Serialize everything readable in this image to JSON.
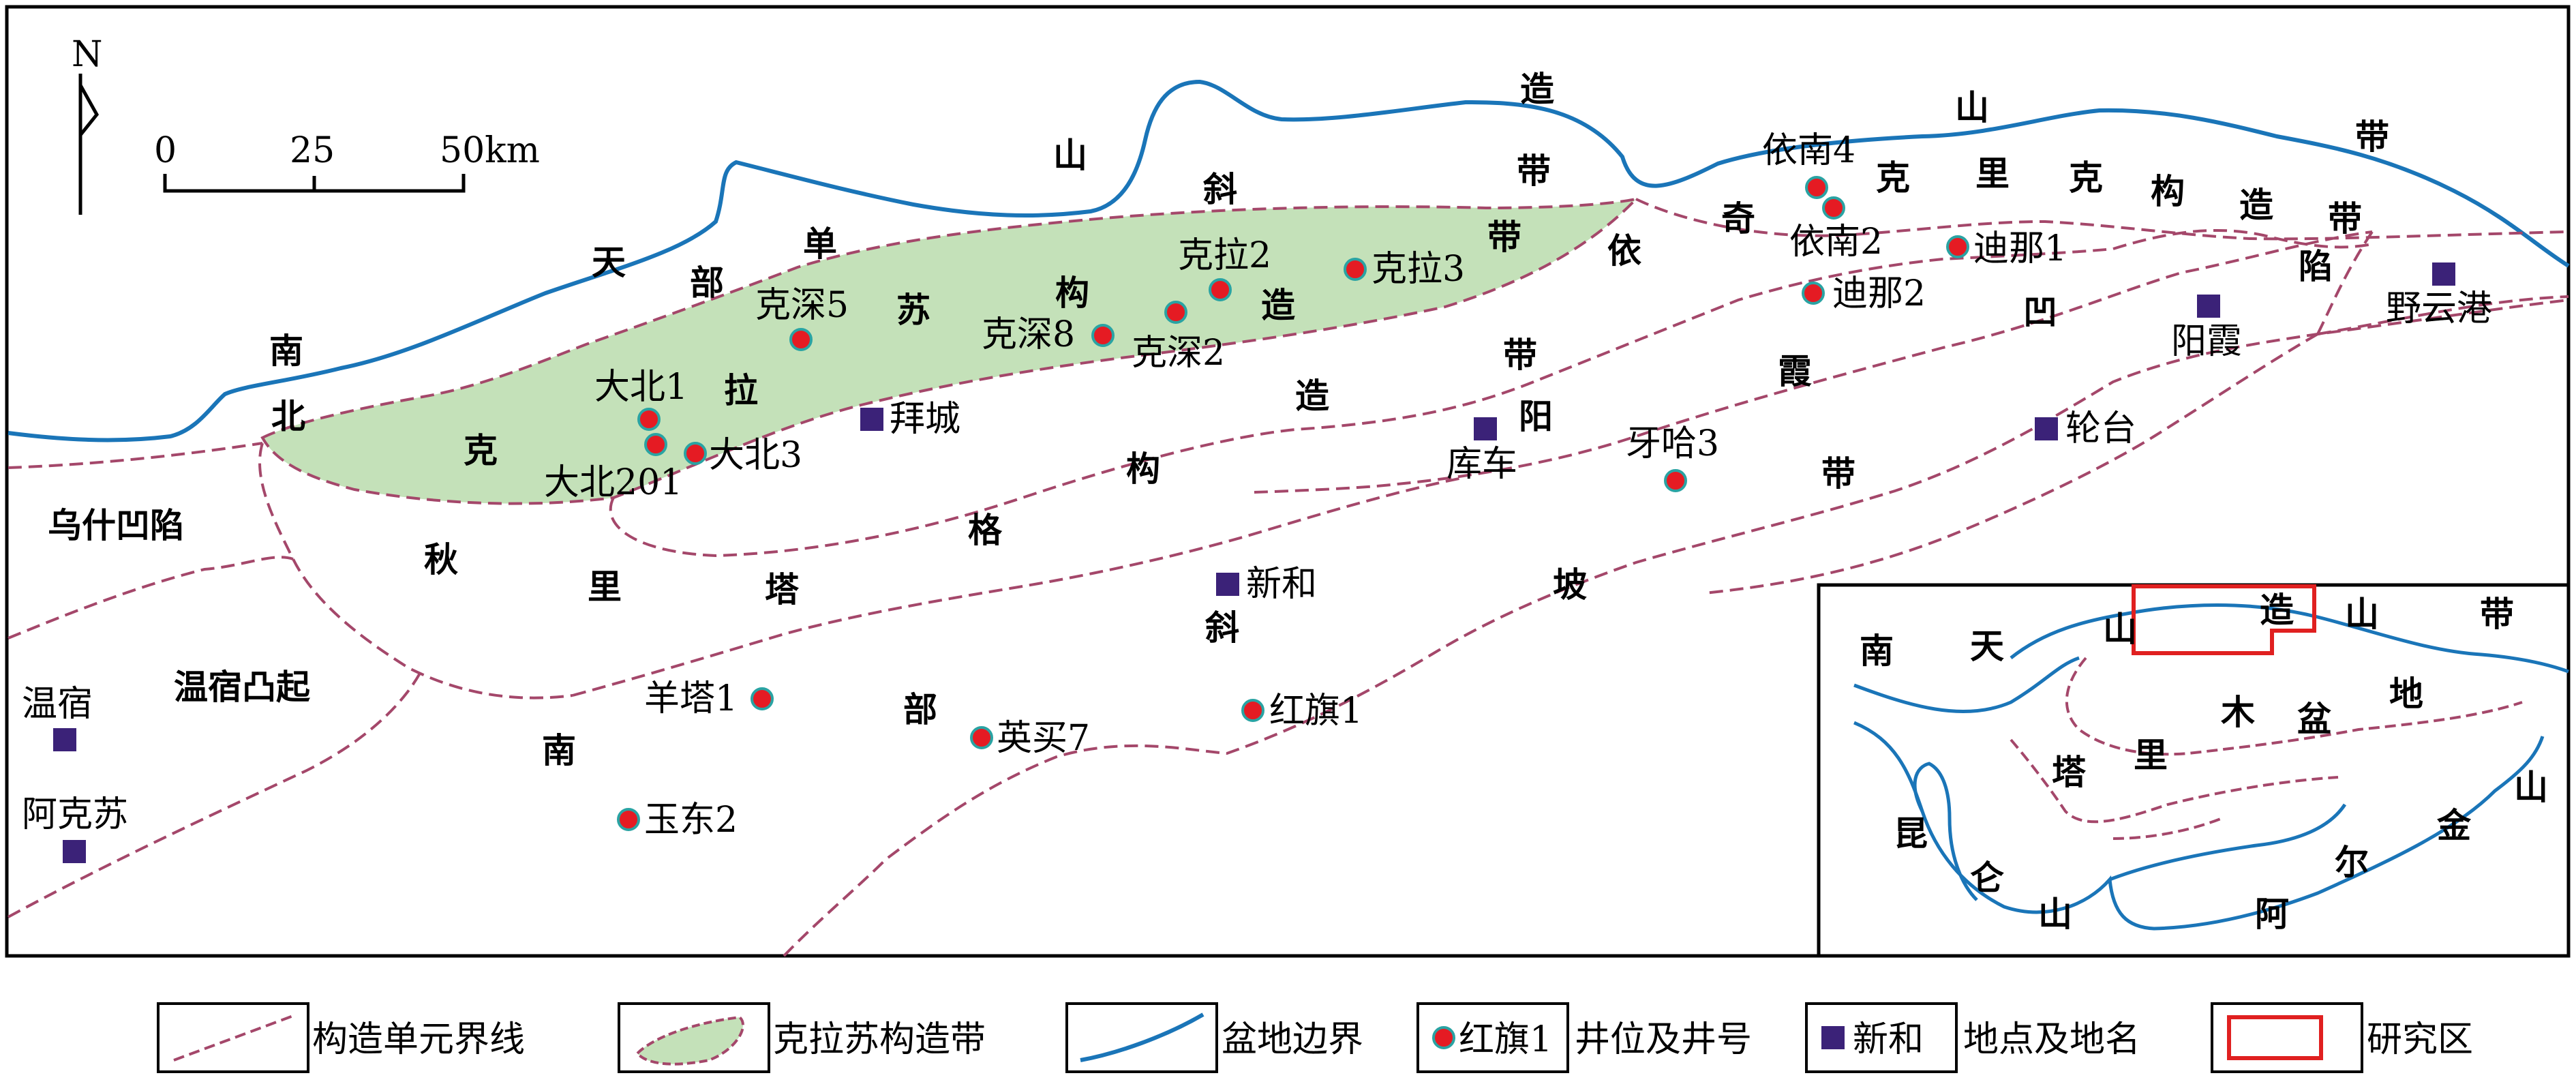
{
  "north_label": "N",
  "scale_bar": {
    "ticks": [
      "0",
      "25",
      "50km"
    ]
  },
  "colors": {
    "basin_boundary": "#1a75b8",
    "unit_boundary": "#a4476a",
    "kelasu_fill": "#c4e1b9",
    "well_fill": "#e51b23",
    "well_ring": "#2aa3a3",
    "place_marker": "#3b2278",
    "study_area": "#e02020"
  },
  "structural_chars": [
    {
      "c": "南"
    },
    {
      "c": "北"
    },
    {
      "c": "天"
    },
    {
      "c": "部"
    },
    {
      "c": "单"
    },
    {
      "c": "拉"
    },
    {
      "c": "克"
    },
    {
      "c": "苏"
    },
    {
      "c": "构"
    },
    {
      "c": "造"
    },
    {
      "c": "山"
    },
    {
      "c": "斜"
    },
    {
      "c": "造"
    },
    {
      "c": "带"
    },
    {
      "c": "带"
    },
    {
      "c": "依"
    },
    {
      "c": "奇"
    },
    {
      "c": "克"
    },
    {
      "c": "山"
    },
    {
      "c": "里"
    },
    {
      "c": "克"
    },
    {
      "c": "构"
    },
    {
      "c": "造"
    },
    {
      "c": "带"
    },
    {
      "c": "带"
    },
    {
      "c": "陷"
    },
    {
      "c": "凹"
    },
    {
      "c": "霞"
    },
    {
      "c": "阳"
    },
    {
      "c": "带"
    },
    {
      "c": "造"
    },
    {
      "c": "构"
    },
    {
      "c": "格"
    },
    {
      "c": "塔"
    },
    {
      "c": "秋"
    },
    {
      "c": "里"
    },
    {
      "c": "坡"
    },
    {
      "c": "斜"
    },
    {
      "c": "带"
    },
    {
      "c": "部"
    },
    {
      "c": "南"
    }
  ],
  "units": [
    {
      "name": "乌什凹陷"
    },
    {
      "name": "温宿凸起"
    }
  ],
  "places": [
    {
      "name": "拜城"
    },
    {
      "name": "库车"
    },
    {
      "name": "新和"
    },
    {
      "name": "轮台"
    },
    {
      "name": "阳霞"
    },
    {
      "name": "野云港"
    },
    {
      "name": "温宿"
    },
    {
      "name": "阿克苏"
    }
  ],
  "wells": [
    {
      "name": "克深5"
    },
    {
      "name": "大北1"
    },
    {
      "name": "大北3"
    },
    {
      "name": "大北201"
    },
    {
      "name": "克拉2"
    },
    {
      "name": "克深8"
    },
    {
      "name": "克深2"
    },
    {
      "name": "克拉3"
    },
    {
      "name": "依南4"
    },
    {
      "name": "依南2"
    },
    {
      "name": "迪那1"
    },
    {
      "name": "迪那2"
    },
    {
      "name": "牙哈3"
    },
    {
      "name": "羊塔1"
    },
    {
      "name": "英买7"
    },
    {
      "name": "红旗1"
    },
    {
      "name": "玉东2"
    }
  ],
  "inset": {
    "labels": [
      {
        "c": "南"
      },
      {
        "c": "天"
      },
      {
        "c": "山"
      },
      {
        "c": "造"
      },
      {
        "c": "山"
      },
      {
        "c": "带"
      },
      {
        "c": "木"
      },
      {
        "c": "盆"
      },
      {
        "c": "地"
      },
      {
        "c": "塔"
      },
      {
        "c": "里"
      },
      {
        "c": "昆"
      },
      {
        "c": "仑"
      },
      {
        "c": "山"
      },
      {
        "c": "阿"
      },
      {
        "c": "尔"
      },
      {
        "c": "金"
      },
      {
        "c": "山"
      }
    ]
  },
  "legend": [
    {
      "key": "unit_line",
      "label": "构造单元界线"
    },
    {
      "key": "kelasu",
      "label": "克拉苏构造带"
    },
    {
      "key": "basin",
      "label": "盆地边界"
    },
    {
      "key": "well",
      "sample": "红旗1",
      "label": "井位及井号"
    },
    {
      "key": "place",
      "sample": "新和",
      "label": "地点及地名"
    },
    {
      "key": "study",
      "label": "研究区"
    }
  ]
}
